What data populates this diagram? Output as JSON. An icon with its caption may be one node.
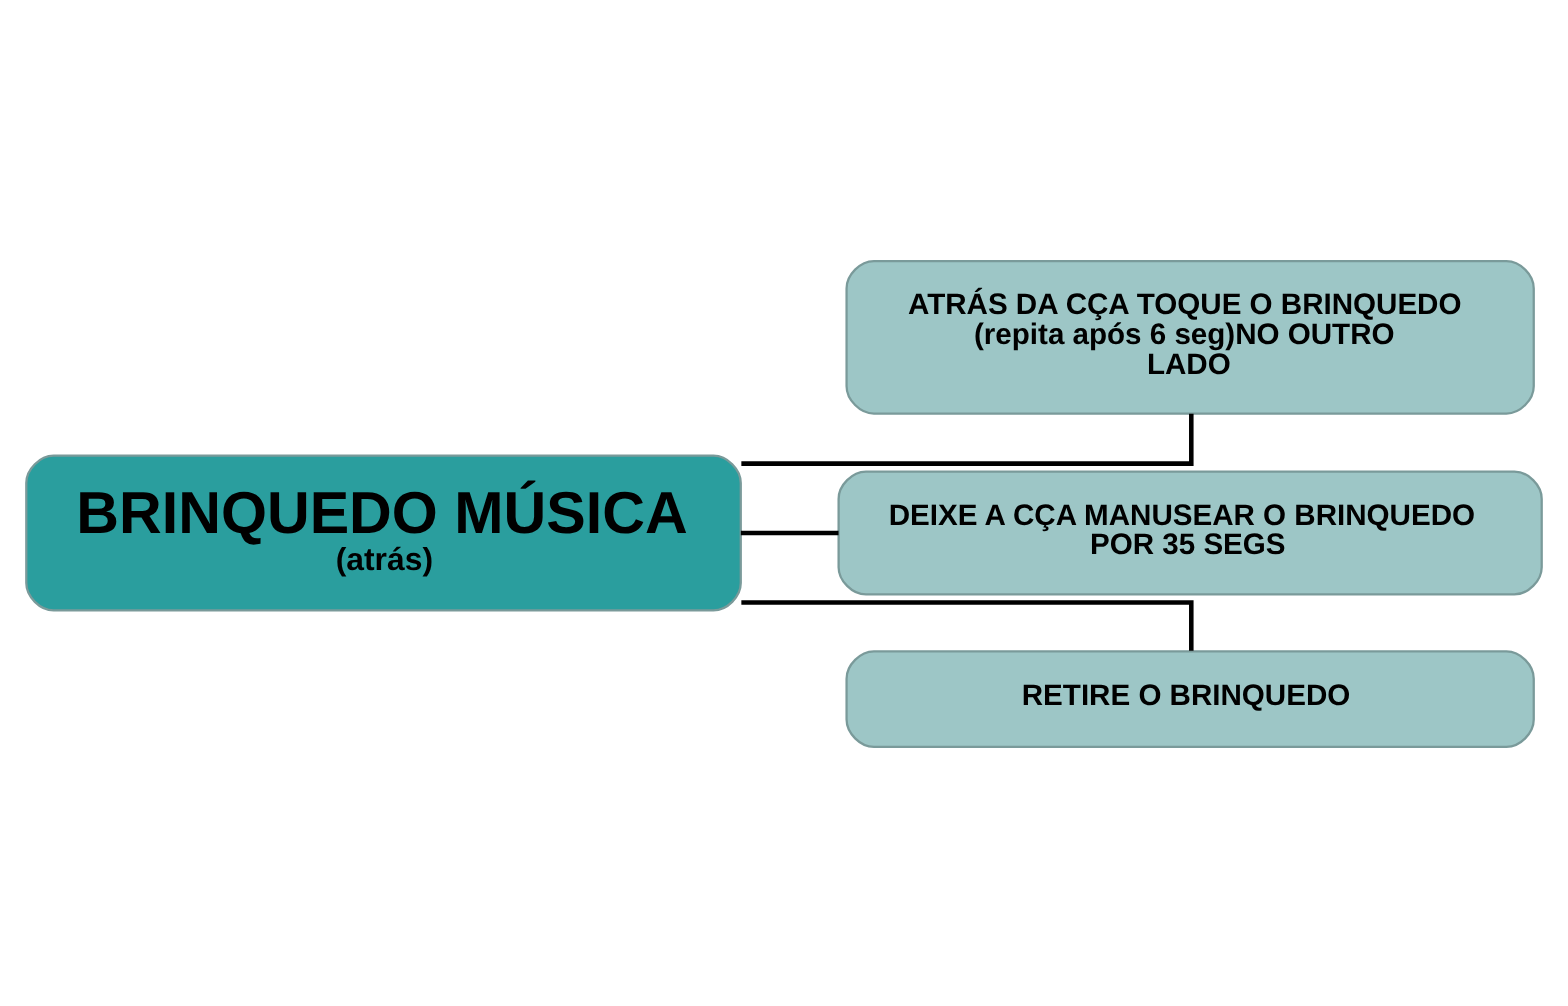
{
  "diagram": {
    "nodes": [
      {
        "text": [
          "BRINQUEDO MÚSICA",
          "(atrás)"
        ]
      },
      {
        "text": [
          "ATRÁS DA CÇA TOQUE O BRINQUEDO (repita após 6 seg)NO OUTRO LADO"
        ]
      },
      {
        "text": [
          "DEIXE A CÇA MANUSEAR O BRINQUEDO POR 35 SEGS"
        ]
      },
      {
        "text": [
          "RETIRE O BRINQUEDO"
        ]
      }
    ],
    "edges": [
      {
        "from": 0,
        "to": 1,
        "arrow": "none"
      },
      {
        "from": 0,
        "to": 2,
        "arrow": "none"
      },
      {
        "from": 0,
        "to": 3,
        "arrow": "none"
      }
    ]
  }
}
